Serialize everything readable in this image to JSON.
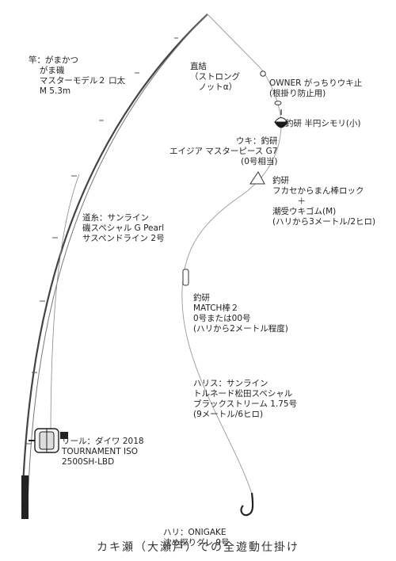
{
  "rod": {
    "lines": [
      "竿：がまかつ",
      "　 がま磯",
      "　 マスターモデル２ 口太",
      "　 M 5.3m"
    ]
  },
  "knot": {
    "lines": [
      "直結",
      "（ストロング",
      "　ノットα）"
    ]
  },
  "stopper": {
    "lines": [
      "OWNER がっちりウキ止",
      "(根掛り防止用)"
    ]
  },
  "shimori": {
    "lines": [
      "釣研 半円シモリ(小)"
    ]
  },
  "float": {
    "lines": [
      "ウキ：釣研",
      "エイジア マスターピース G7",
      "(0号相当)"
    ]
  },
  "rig": {
    "lines": [
      "釣研",
      "フカセからまん棒ロック",
      "　　　＋",
      "潮受ウキゴム(M)",
      "(ハリから3メートル/2ヒロ)"
    ]
  },
  "mainline": {
    "lines": [
      "道糸：サンライン",
      "磯スペシャル G Pearl",
      "サスペンドライン 2号"
    ]
  },
  "sinker": {
    "lines": [
      "釣研",
      "MATCH棒２",
      "0号または00号",
      "(ハリから2メートル程度)"
    ]
  },
  "leader": {
    "lines": [
      "ハリス：サンライン",
      "トルネード松田スペシャル",
      "ブラックストリーム 1.75号",
      "(9メートル/6ヒロ)"
    ]
  },
  "reel": {
    "lines": [
      "リール：ダイワ 2018",
      "TOURNAMENT ISO",
      "2500SH-LBD"
    ]
  },
  "hook": {
    "lines": [
      "ハリ：ONIGAKE",
      "沈め探りグレ 9号"
    ]
  },
  "caption": "カキ瀬（大瀬戸）での全遊動仕掛け"
}
